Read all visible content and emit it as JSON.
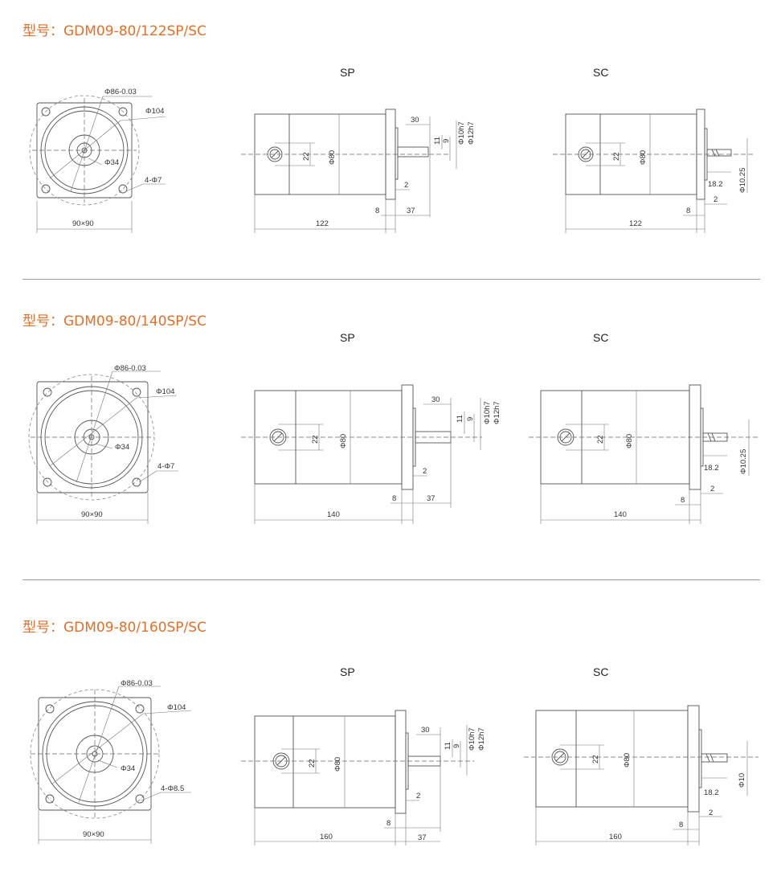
{
  "sections": [
    {
      "title": "型号：GDM09-80/122SP/SC",
      "front": {
        "flange_dia": "Φ86-0.03",
        "outer_dia": "Φ104",
        "hub_dia": "Φ34",
        "holes": "4-Φ7",
        "size": "90×90"
      },
      "sp": {
        "label": "SP",
        "height": "22",
        "body_dia": "Φ80",
        "shaft_len": "30",
        "d11": "11",
        "d9": "9",
        "shaft_dia1": "Φ10h7",
        "shaft_dia2": "Φ12h7",
        "flange_thk": "2",
        "d8": "8",
        "d37": "37",
        "length": "122"
      },
      "sc": {
        "label": "SC",
        "height": "22",
        "body_dia": "Φ80",
        "shaft_len": "18.2",
        "shaft_dia": "Φ10.25",
        "d2": "2",
        "d8": "8",
        "length": "122"
      }
    },
    {
      "title": "型号：GDM09-80/140SP/SC",
      "front": {
        "flange_dia": "Φ86-0.03",
        "outer_dia": "Φ104",
        "hub_dia": "Φ34",
        "holes": "4-Φ7",
        "size": "90×90"
      },
      "sp": {
        "label": "SP",
        "height": "22",
        "body_dia": "Φ80",
        "shaft_len": "30",
        "d11": "11",
        "d9": "9",
        "shaft_dia1": "Φ10h7",
        "shaft_dia2": "Φ12h7",
        "flange_thk": "2",
        "d8": "8",
        "d37": "37",
        "length": "140"
      },
      "sc": {
        "label": "SC",
        "height": "22",
        "body_dia": "Φ80",
        "shaft_len": "18.2",
        "shaft_dia": "Φ10.25",
        "d2": "2",
        "d8": "8",
        "length": "140"
      }
    },
    {
      "title": "型号：GDM09-80/160SP/SC",
      "front": {
        "flange_dia": "Φ86-0.03",
        "outer_dia": "Φ104",
        "hub_dia": "Φ34",
        "holes": "4-Φ8.5",
        "size": "90×90"
      },
      "sp": {
        "label": "SP",
        "height": "22",
        "body_dia": "Φ80",
        "shaft_len": "30",
        "d11": "11",
        "d9": "9",
        "shaft_dia1": "Φ10h7",
        "shaft_dia2": "Φ12h7",
        "flange_thk": "2",
        "d8": "8",
        "d37": "37",
        "length": "160"
      },
      "sc": {
        "label": "SC",
        "height": "22",
        "body_dia": "Φ80",
        "shaft_len": "18.2",
        "shaft_dia": "Φ10",
        "d2": "2",
        "d8": "8",
        "length": "160"
      }
    }
  ]
}
